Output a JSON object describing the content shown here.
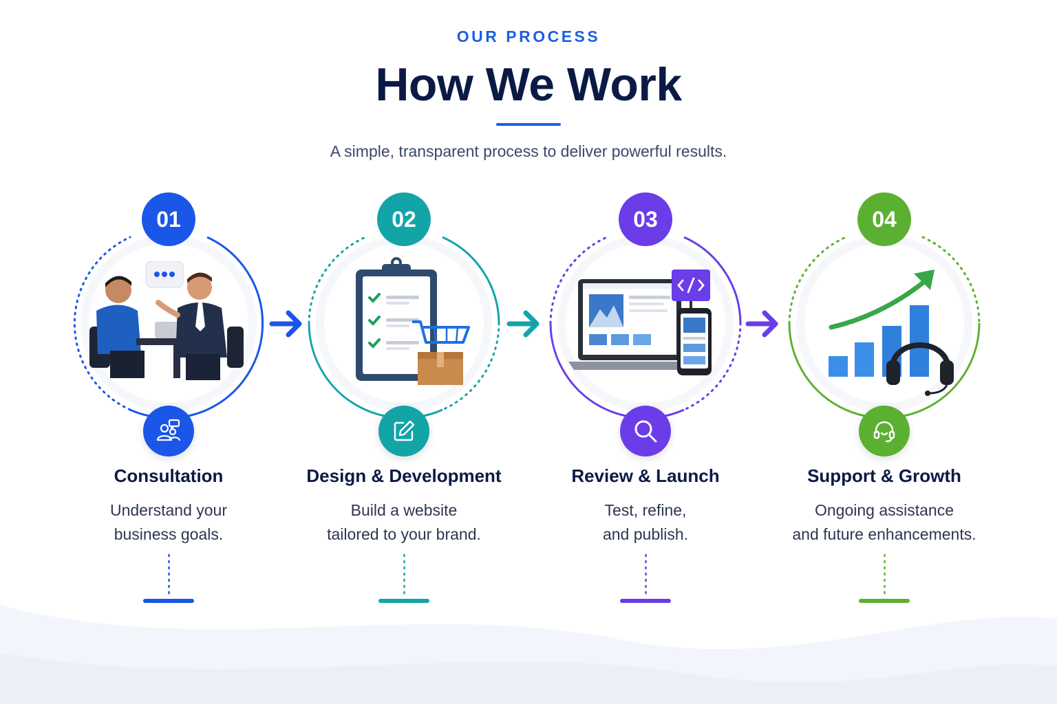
{
  "header": {
    "eyebrow": "OUR PROCESS",
    "title": "How We Work",
    "subtitle": "A simple, transparent process to deliver powerful results."
  },
  "colors": {
    "accent_blue": "#1f5fe0",
    "step1": "#1a56e8",
    "step2": "#13a4a8",
    "step3": "#6a3de8",
    "step4": "#5bb032",
    "heading": "#0b1a45"
  },
  "steps": [
    {
      "number": "01",
      "title": "Consultation",
      "desc_line1": "Understand your",
      "desc_line2": "business goals.",
      "illustration": "consultation-meeting-illustration",
      "icon": "people-chat-icon"
    },
    {
      "number": "02",
      "title": "Design & Development",
      "desc_line1": "Build a website",
      "desc_line2": "tailored to your brand.",
      "illustration": "clipboard-cart-illustration",
      "icon": "edit-icon"
    },
    {
      "number": "03",
      "title": "Review & Launch",
      "desc_line1": "Test, refine,",
      "desc_line2": "and publish.",
      "illustration": "laptop-phone-illustration",
      "icon": "search-icon"
    },
    {
      "number": "04",
      "title": "Support & Growth",
      "desc_line1": "Ongoing assistance",
      "desc_line2": "and future enhancements.",
      "illustration": "growth-chart-headset-illustration",
      "icon": "headset-icon"
    }
  ]
}
